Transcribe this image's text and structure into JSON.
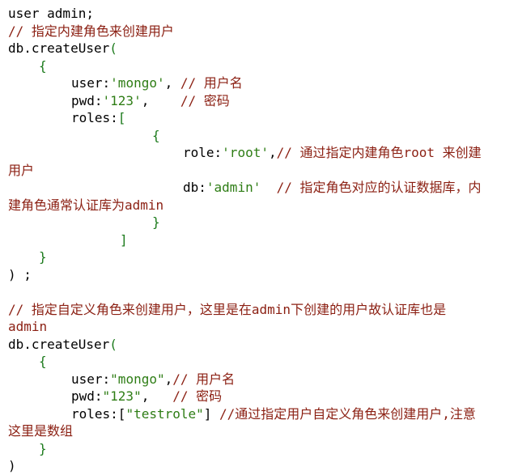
{
  "lines": [
    {
      "indent": 0,
      "tokens": [
        {
          "t": "k",
          "v": "user admin;"
        }
      ]
    },
    {
      "indent": 0,
      "tokens": [
        {
          "t": "c",
          "v": "// 指定内建角色来创建用户"
        }
      ]
    },
    {
      "indent": 0,
      "tokens": [
        {
          "t": "k",
          "v": "db.createUser"
        },
        {
          "t": "p",
          "v": "("
        }
      ]
    },
    {
      "indent": 1,
      "tokens": [
        {
          "t": "p",
          "v": "{"
        }
      ]
    },
    {
      "indent": 2,
      "tokens": [
        {
          "t": "k",
          "v": "user:"
        },
        {
          "t": "s",
          "v": "'mongo'"
        },
        {
          "t": "k",
          "v": ", "
        },
        {
          "t": "c",
          "v": "// 用户名"
        }
      ]
    },
    {
      "indent": 2,
      "tokens": [
        {
          "t": "k",
          "v": "pwd:"
        },
        {
          "t": "s",
          "v": "'123'"
        },
        {
          "t": "k",
          "v": ",    "
        },
        {
          "t": "c",
          "v": "// 密码"
        }
      ]
    },
    {
      "indent": 2,
      "tokens": [
        {
          "t": "k",
          "v": "roles:"
        },
        {
          "t": "p",
          "v": "["
        }
      ]
    },
    {
      "indent": 4,
      "tokens": [
        {
          "t": "p",
          "v": "{"
        }
      ]
    },
    {
      "indent": 5,
      "tokens": [
        {
          "t": "k",
          "v": "role:"
        },
        {
          "t": "s",
          "v": "'root'"
        },
        {
          "t": "k",
          "v": ","
        },
        {
          "t": "c",
          "v": "// 通过指定内建角色root 来创建"
        }
      ]
    },
    {
      "indent": 0,
      "tokens": [
        {
          "t": "c",
          "v": "用户"
        }
      ]
    },
    {
      "indent": 5,
      "tokens": [
        {
          "t": "k",
          "v": "db:"
        },
        {
          "t": "s",
          "v": "'admin'"
        },
        {
          "t": "k",
          "v": "  "
        },
        {
          "t": "c",
          "v": "// 指定角色对应的认证数据库，内"
        }
      ]
    },
    {
      "indent": 0,
      "tokens": [
        {
          "t": "c",
          "v": "建角色通常认证库为admin"
        }
      ]
    },
    {
      "indent": 4,
      "tokens": [
        {
          "t": "p",
          "v": "}"
        }
      ]
    },
    {
      "indent": 3,
      "tokens": [
        {
          "t": "p",
          "v": "]"
        }
      ]
    },
    {
      "indent": 1,
      "tokens": [
        {
          "t": "p",
          "v": "}"
        }
      ]
    },
    {
      "indent": 0,
      "tokens": [
        {
          "t": "k",
          "v": ") ;"
        }
      ]
    },
    {
      "indent": 0,
      "tokens": [
        {
          "t": "k",
          "v": " "
        }
      ]
    },
    {
      "indent": 0,
      "tokens": [
        {
          "t": "c",
          "v": "// 指定自定义角色来创建用户，这里是在admin下创建的用户故认证库也是"
        }
      ]
    },
    {
      "indent": 0,
      "tokens": [
        {
          "t": "c",
          "v": "admin"
        }
      ]
    },
    {
      "indent": 0,
      "tokens": [
        {
          "t": "k",
          "v": "db.createUser"
        },
        {
          "t": "p",
          "v": "("
        }
      ]
    },
    {
      "indent": 1,
      "tokens": [
        {
          "t": "p",
          "v": "{"
        }
      ]
    },
    {
      "indent": 2,
      "tokens": [
        {
          "t": "k",
          "v": "user:"
        },
        {
          "t": "s",
          "v": "\"mongo\""
        },
        {
          "t": "k",
          "v": ","
        },
        {
          "t": "c",
          "v": "// 用户名"
        }
      ]
    },
    {
      "indent": 2,
      "tokens": [
        {
          "t": "k",
          "v": "pwd:"
        },
        {
          "t": "s",
          "v": "\"123\""
        },
        {
          "t": "k",
          "v": ",   "
        },
        {
          "t": "c",
          "v": "// 密码"
        }
      ]
    },
    {
      "indent": 2,
      "tokens": [
        {
          "t": "k",
          "v": "roles:["
        },
        {
          "t": "s",
          "v": "\"testrole\""
        },
        {
          "t": "k",
          "v": "] "
        },
        {
          "t": "c",
          "v": "//通过指定用户自定义角色来创建用户,注意"
        }
      ]
    },
    {
      "indent": 0,
      "tokens": [
        {
          "t": "c",
          "v": "这里是数组"
        }
      ]
    },
    {
      "indent": 1,
      "tokens": [
        {
          "t": "p",
          "v": "}"
        }
      ]
    },
    {
      "indent": 0,
      "tokens": [
        {
          "t": "k",
          "v": ")"
        }
      ]
    }
  ],
  "colors": {
    "comment": "#8b1f12",
    "string": "#2e7d15",
    "punctuation": "#1b7a1b",
    "code": "#000000",
    "background": "#ffffff"
  }
}
